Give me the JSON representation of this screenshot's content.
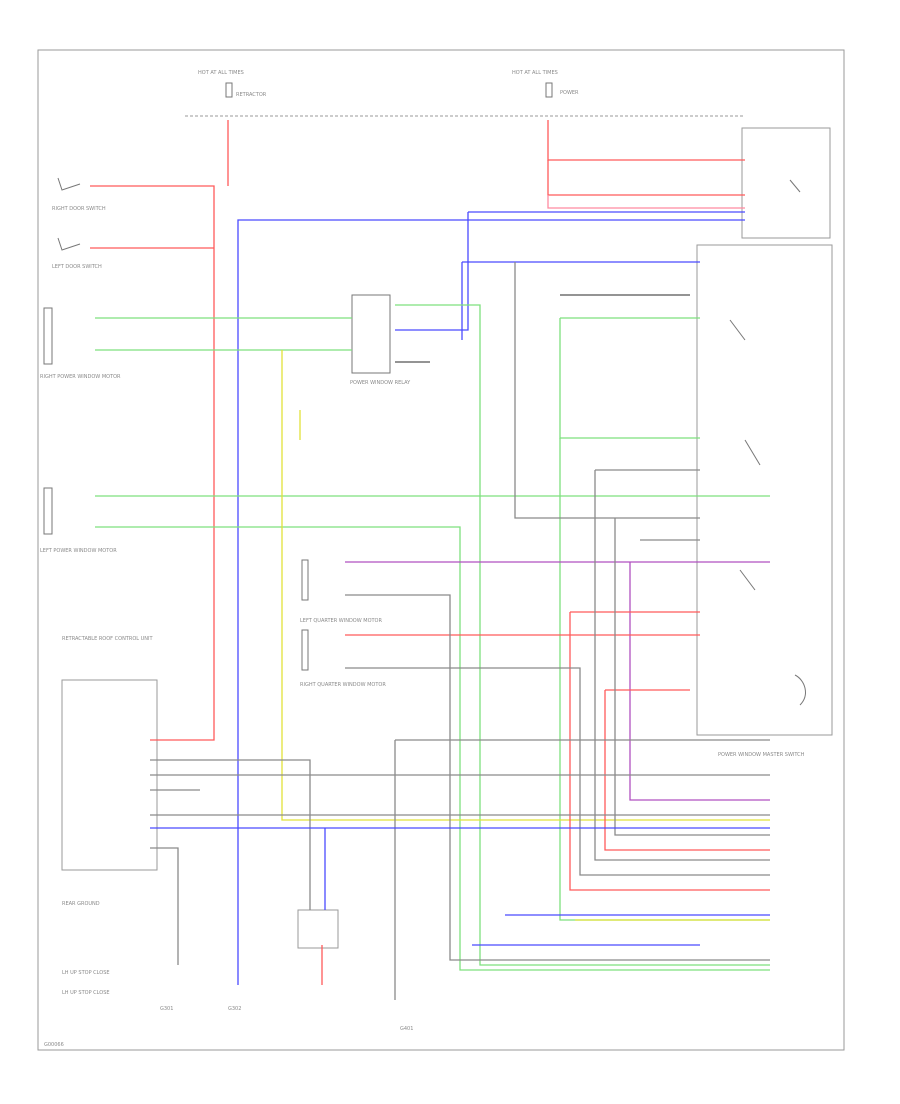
{
  "diagram": {
    "footer_code": "G00066",
    "colors": {
      "red": "#ff5a5a",
      "blue": "#4a4aff",
      "green": "#7ee07e",
      "yellow": "#e2e23a",
      "purple": "#b050c0",
      "gray": "#8a8a8a",
      "black": "#555555",
      "pink": "#ff8aa0"
    },
    "labels": {
      "fuse_left": "HOT AT ALL TIMES",
      "fuse_right": "HOT AT ALL TIMES",
      "fuse_left_sub": "RETRACTOR",
      "fuse_right_sub": "POWER",
      "right_door_switch": "RIGHT DOOR SWITCH",
      "left_door_switch": "LEFT DOOR SWITCH",
      "right_power_window": "RIGHT POWER WINDOW MOTOR",
      "left_power_window": "LEFT POWER WINDOW MOTOR",
      "power_window_relay": "POWER WINDOW RELAY",
      "left_window_switch": "LEFT QUARTER WINDOW MOTOR",
      "right_window_switch": "RIGHT QUARTER WINDOW MOTOR",
      "power_window_switch": "POWER WINDOW MASTER SWITCH",
      "control_unit": "RETRACTABLE ROOF CONTROL UNIT",
      "rear_ground": "REAR GROUND",
      "lock_switch_1": "LH UP STOP CLOSE",
      "lock_switch_2": "LH UP STOP CLOSE",
      "ground_a": "G301",
      "ground_b": "G302",
      "ground_c": "G401"
    }
  }
}
